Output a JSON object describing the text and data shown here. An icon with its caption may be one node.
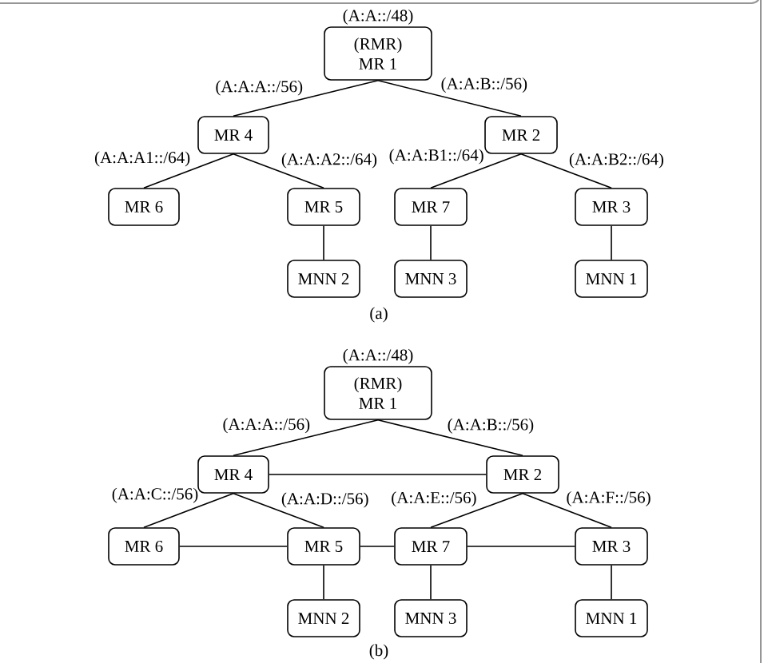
{
  "diagram": {
    "nodes": [
      {
        "text": [
          "(RMR)",
          "MR 1"
        ],
        "beside": [
          "(A:A::/48)"
        ]
      },
      {
        "text": [
          "MR 4"
        ]
      },
      {
        "text": [
          "MR 2"
        ]
      },
      {
        "text": [
          "MR 6"
        ]
      },
      {
        "text": [
          "MR 5"
        ]
      },
      {
        "text": [
          "MR 7"
        ]
      },
      {
        "text": [
          "MR 3"
        ]
      },
      {
        "text": [
          "MNN 2"
        ]
      },
      {
        "text": [
          "MNN 3"
        ]
      },
      {
        "text": [
          "MNN 1"
        ]
      },
      {
        "text": [
          "(RMR)",
          "MR 1"
        ],
        "beside": [
          "(A:A::/48)"
        ]
      },
      {
        "text": [
          "MR 4"
        ]
      },
      {
        "text": [
          "MR 2"
        ]
      },
      {
        "text": [
          "MR 6"
        ]
      },
      {
        "text": [
          "MR 5"
        ]
      },
      {
        "text": [
          "MR 7"
        ]
      },
      {
        "text": [
          "MR 3"
        ]
      },
      {
        "text": [
          "MNN 2"
        ]
      },
      {
        "text": [
          "MNN 3"
        ]
      },
      {
        "text": [
          "MNN 1"
        ]
      }
    ],
    "edges": [
      {
        "from": 0,
        "to": 1,
        "arrow": "none",
        "label": "(A:A:A::/56)"
      },
      {
        "from": 0,
        "to": 2,
        "arrow": "none",
        "label": "(A:A:B::/56)"
      },
      {
        "from": 1,
        "to": 3,
        "arrow": "none",
        "label": "(A:A:A1::/64)"
      },
      {
        "from": 1,
        "to": 4,
        "arrow": "none",
        "label": "(A:A:A2::/64)"
      },
      {
        "from": 2,
        "to": 5,
        "arrow": "none",
        "label": "(A:A:B1::/64)"
      },
      {
        "from": 2,
        "to": 6,
        "arrow": "none",
        "label": "(A:A:B2::/64)"
      },
      {
        "from": 4,
        "to": 7,
        "arrow": "none"
      },
      {
        "from": 5,
        "to": 8,
        "arrow": "none"
      },
      {
        "from": 6,
        "to": 9,
        "arrow": "none"
      },
      {
        "from": 10,
        "to": 11,
        "arrow": "none",
        "label": "(A:A:A::/56)"
      },
      {
        "from": 10,
        "to": 12,
        "arrow": "none",
        "label": "(A:A:B::/56)"
      },
      {
        "from": 11,
        "to": 12,
        "arrow": "none"
      },
      {
        "from": 11,
        "to": 13,
        "arrow": "none",
        "label": "(A:A:C::/56)"
      },
      {
        "from": 11,
        "to": 14,
        "arrow": "none",
        "label": "(A:A:D::/56)"
      },
      {
        "from": 12,
        "to": 15,
        "arrow": "none",
        "label": "(A:A:E::/56)"
      },
      {
        "from": 12,
        "to": 16,
        "arrow": "none",
        "label": "(A:A:F::/56)"
      },
      {
        "from": 13,
        "to": 14,
        "arrow": "none"
      },
      {
        "from": 14,
        "to": 15,
        "arrow": "none"
      },
      {
        "from": 15,
        "to": 16,
        "arrow": "none"
      },
      {
        "from": 14,
        "to": 17,
        "arrow": "none"
      },
      {
        "from": 15,
        "to": 18,
        "arrow": "none"
      },
      {
        "from": 16,
        "to": 19,
        "arrow": "none"
      }
    ],
    "labels": [
      "(a)",
      "(b)"
    ]
  }
}
